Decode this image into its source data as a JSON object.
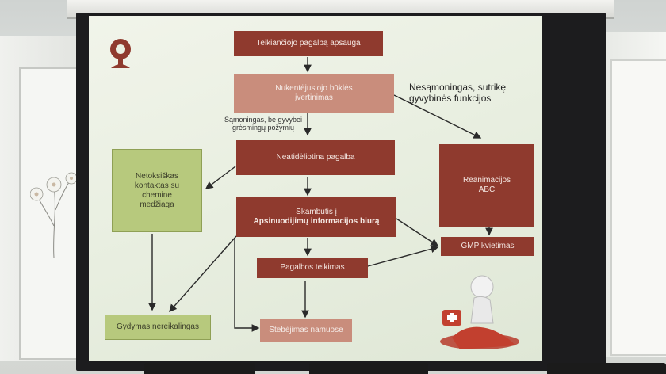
{
  "slide": {
    "top_box": "Teikiančiojo pagalbą apsauga",
    "assess_box": "Nukentėjusiojo būklės įvertinimas",
    "conscious_note": "Sąmoningas, be gyvybei grėsmingų požymių",
    "unconscious_note": "Nesąmoningas, sutrikę gyvybinės funkcijos",
    "urgent_box": "Neatidėliotina pagalba",
    "nontoxic_box": "Netoksiškas kontaktas su chemine medžiaga",
    "resus_box": "Reanimacijos ABC",
    "call_box_line1": "Skambutis į",
    "call_box_line2": "Apsinuodijimų informacijos biurą",
    "gmp_box": "GMP kvietimas",
    "help_box": "Pagalbos teikimas",
    "no_treatment_box": "Gydymas nereikalingas",
    "home_obs_box": "Stebėjimas namuose"
  },
  "colors": {
    "dark_box": "#8f3a2e",
    "light_box": "#c98d7c",
    "green_box": "#b7c97d",
    "slide_bg": "#eaf0e2"
  },
  "icons": [
    "first-aid-logo-icon",
    "rescuer-figure-icon",
    "flower-decoration-icon"
  ]
}
